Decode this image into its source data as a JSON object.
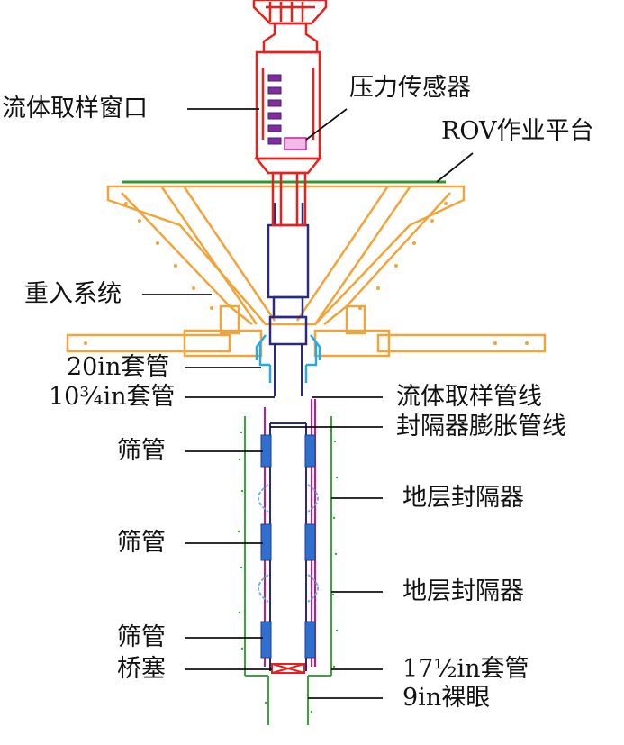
{
  "labels": {
    "fluid_sampling_window": "流体取样窗口",
    "pressure_sensor": "压力传感器",
    "rov_platform": "ROV作业平台",
    "reentry_system": "重入系统",
    "casing_20in": "20in套管",
    "casing_10_3_4in": "10¾in套管",
    "fluid_sampling_line": "流体取样管线",
    "packer_inflation_line": "封隔器膨胀管线",
    "screen_1": "筛管",
    "formation_packer_1": "地层封隔器",
    "screen_2": "筛管",
    "formation_packer_2": "地层封隔器",
    "screen_3": "筛管",
    "bridge_plug": "桥塞",
    "casing_17_1_2in": "17½in套管",
    "open_hole_9in": "9in裸眼"
  },
  "colors": {
    "sampler": "#e8211c",
    "pipe": "#2a2a86",
    "reentry": "#f0a53a",
    "platform": "#2e9a2e",
    "casing": "#29a9e0",
    "sample_line": "#d0138a",
    "screen": "#2f6fd0",
    "packer": "#69b7e8",
    "borehole": "#3aa63a",
    "leader": "#111111"
  }
}
